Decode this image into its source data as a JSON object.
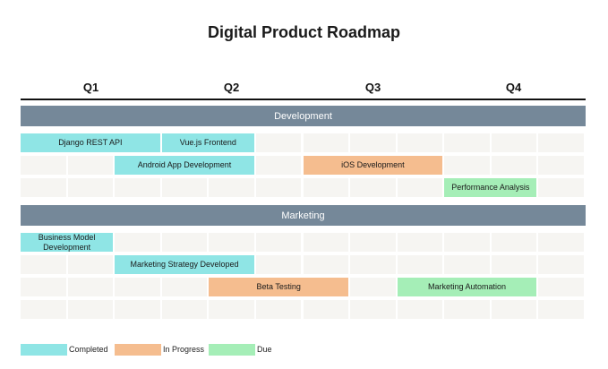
{
  "title": "Digital Product Roadmap",
  "quarters": [
    "Q1",
    "Q2",
    "Q3",
    "Q4"
  ],
  "colors": {
    "completed": "#8fe5e5",
    "in_progress": "#f5bd8f",
    "due": "#a5eeb7",
    "section": "#758899",
    "cell": "#f6f5f2"
  },
  "sections": [
    {
      "name": "Development",
      "tasks": [
        {
          "label": "Django REST API",
          "status": "completed",
          "row": 0,
          "start": 0,
          "span": 3
        },
        {
          "label": "Vue.js Frontend",
          "status": "completed",
          "row": 0,
          "start": 3,
          "span": 2
        },
        {
          "label": "Android App Development",
          "status": "completed",
          "row": 1,
          "start": 2,
          "span": 3
        },
        {
          "label": "iOS Development",
          "status": "in_progress",
          "row": 1,
          "start": 6,
          "span": 3
        },
        {
          "label": "Performance Analysis",
          "status": "due",
          "row": 2,
          "start": 9,
          "span": 2
        }
      ]
    },
    {
      "name": "Marketing",
      "tasks": [
        {
          "label": "Business Model Development",
          "status": "completed",
          "row": 0,
          "start": 0,
          "span": 2
        },
        {
          "label": "Marketing Strategy Developed",
          "status": "completed",
          "row": 1,
          "start": 2,
          "span": 3
        },
        {
          "label": "Beta Testing",
          "status": "in_progress",
          "row": 2,
          "start": 4,
          "span": 3
        },
        {
          "label": "Marketing Automation",
          "status": "due",
          "row": 2,
          "start": 8,
          "span": 3
        }
      ]
    }
  ],
  "legend": [
    {
      "label": "Completed",
      "status": "completed"
    },
    {
      "label": "In Progress",
      "status": "in_progress"
    },
    {
      "label": "Due",
      "status": "due"
    }
  ]
}
